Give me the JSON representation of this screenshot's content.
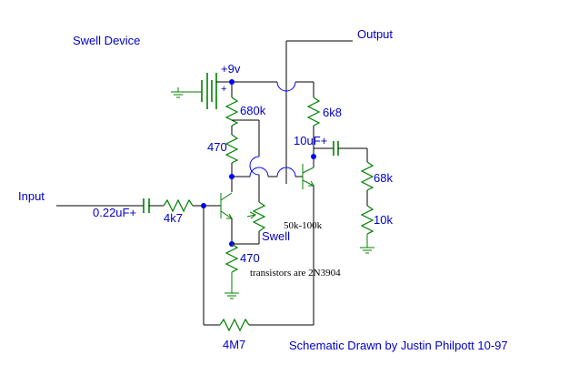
{
  "title": "Swell Device",
  "labels": {
    "input": "Input",
    "output": "Output",
    "supply": "+9v",
    "supply_plus": "+",
    "swell": "Swell"
  },
  "components": {
    "c_in": "0.22uF+",
    "r_in": "4k7",
    "r_680k": "680k",
    "r_470_top": "470",
    "r_470_bottom": "470",
    "r_6k8": "6k8",
    "c_out": "10uF+",
    "r_68k": "68k",
    "r_10k": "10k",
    "pot": "50k-100k",
    "r_feedback": "4M7"
  },
  "notes": {
    "transistors": "transistors are 2N3904",
    "credit": "Schematic Drawn by Justin Philpott 10-97"
  }
}
